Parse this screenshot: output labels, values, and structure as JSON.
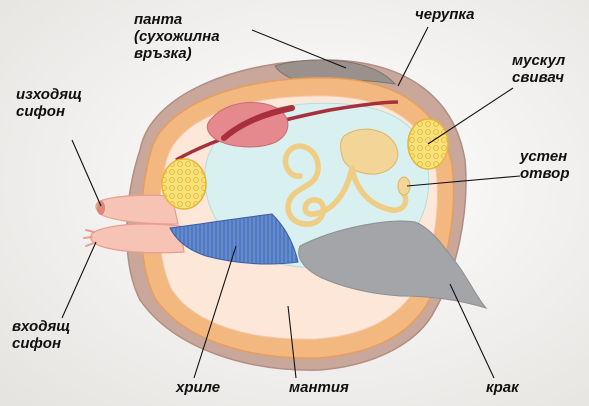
{
  "diagram": {
    "labels": {
      "hinge_ligament": "панта\n(сухожилна\nвръзка)",
      "shell": "черупка",
      "adductor_muscle": "мускул\nсвивач",
      "exhalant_siphon": "изходящ\nсифон",
      "mouth": "устен\nотвор",
      "inhalant_siphon": "входящ\nсифон",
      "gills": "хриле",
      "mantle": "мантия",
      "foot": "крак"
    },
    "colors": {
      "shell": "#c9a79a",
      "mantle": "#f2b880",
      "body": "#fde7d8",
      "visceral_mass": "#d8f0f0",
      "foot": "#a3a5a8",
      "gills": "#4f79c2",
      "adductor": "#f8e37a",
      "intestine": "#f3d697",
      "heart": "#e5898f",
      "blood_vessel": "#a8303c",
      "hinge": "#9a918d"
    }
  }
}
